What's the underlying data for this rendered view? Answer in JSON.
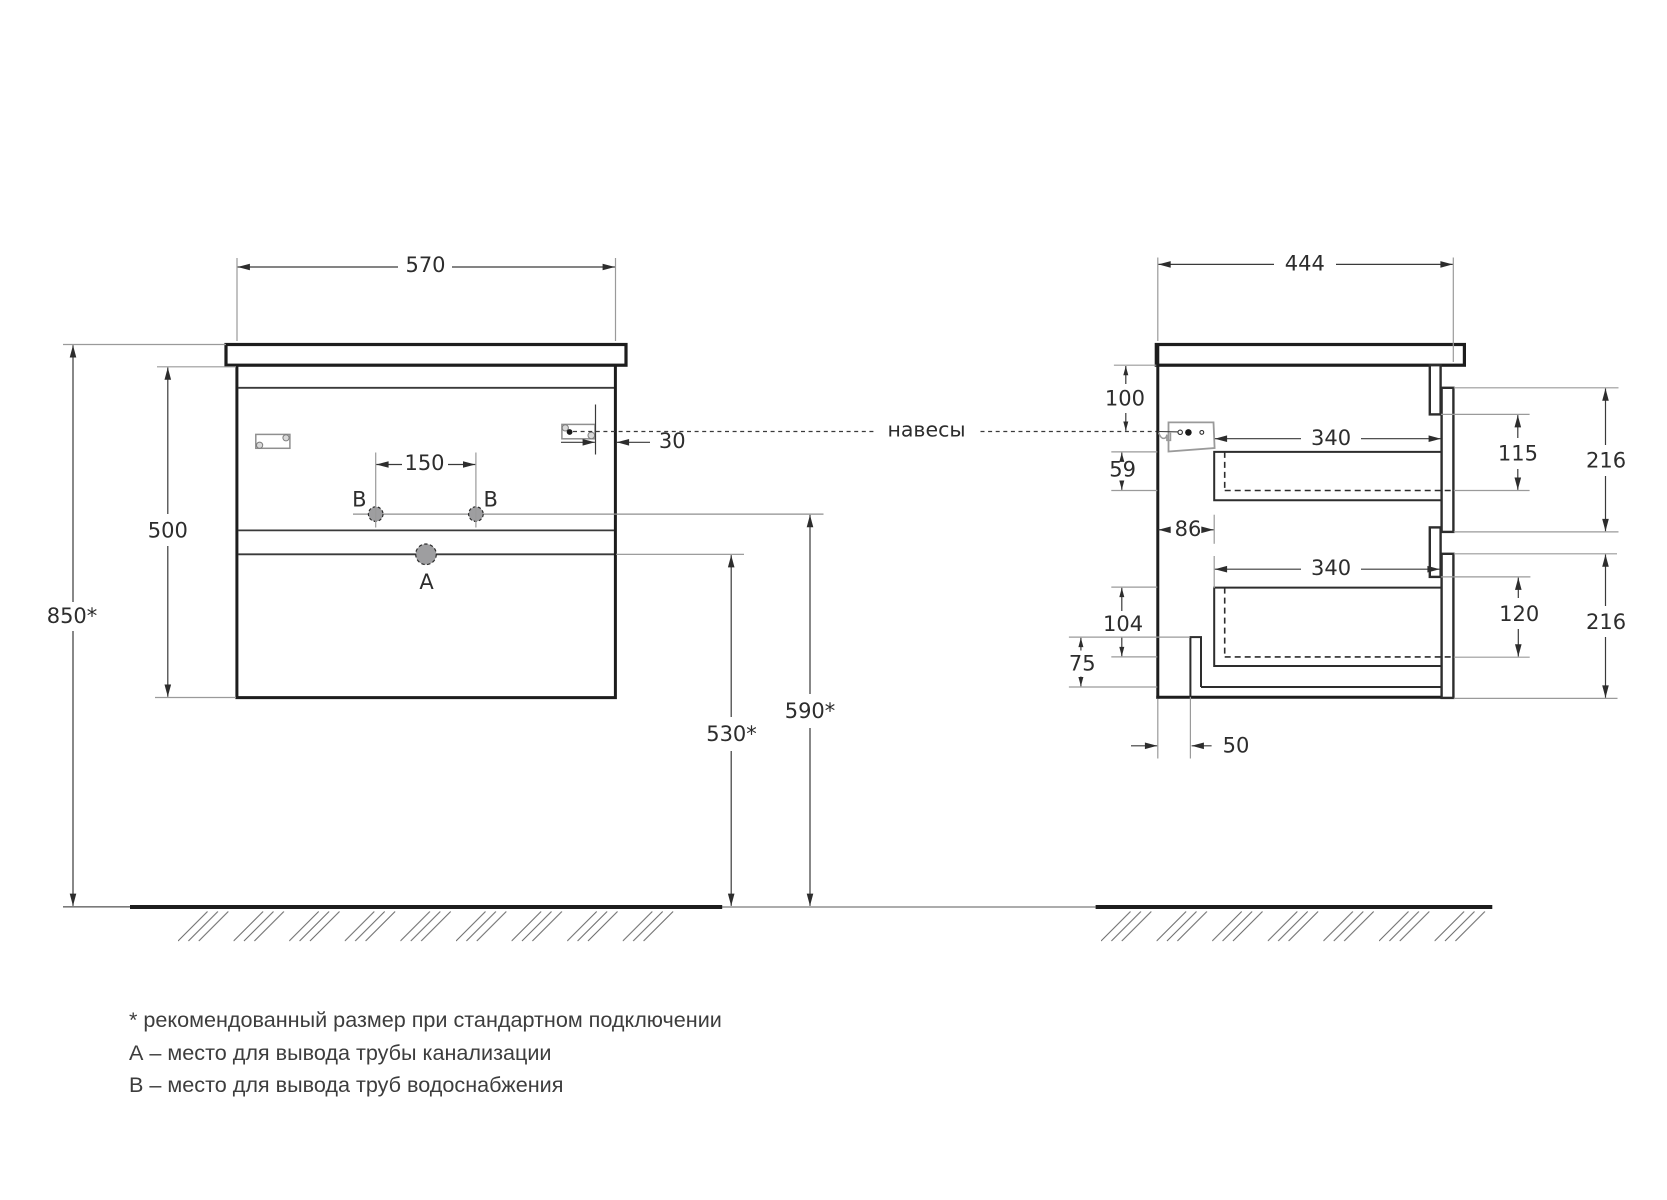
{
  "drawing": {
    "type": "furniture installation diagram",
    "units": "mm"
  },
  "colors": {
    "background": "#ffffff",
    "outline_heavy": "#1d1d1d",
    "outline_medium": "#2d2d2d",
    "line_thin": "#3a3a3a",
    "leader_gray": "#9a9a9a",
    "hole_fill": "#9e9ea0",
    "bracket_gray": "#8f8f8f",
    "text": "#2d2d2d",
    "footnote_text": "#3d3d3d"
  },
  "front_view": {
    "width": "570",
    "install_height": "850*",
    "cabinet_height": "500",
    "holes_spacing": "150",
    "hanger_offset": "30",
    "drain_outlet_height": "530*",
    "water_outlet_height": "590*",
    "water_label_left": "B",
    "water_label_right": "B",
    "drain_label": "A"
  },
  "side_view": {
    "depth": "444",
    "hanger_from_top": "100",
    "drawer_side_height": "59",
    "wall_clearance": "86",
    "upper_drawer_depth": "340",
    "lower_drawer_depth": "340",
    "upper_front_inner_height": "115",
    "upper_front_height": "216",
    "lower_front_inner_height": "120",
    "lower_front_height": "216",
    "lower_drawer_height": "104",
    "plinth_height": "75",
    "back_recess": "50"
  },
  "callout": {
    "hangers": "навесы"
  },
  "footnotes": {
    "recommended": "* рекомендованный размер при стандартном подключении",
    "drain": "А – место для вывода трубы канализации",
    "water": "В – место для вывода труб водоснабжения"
  }
}
